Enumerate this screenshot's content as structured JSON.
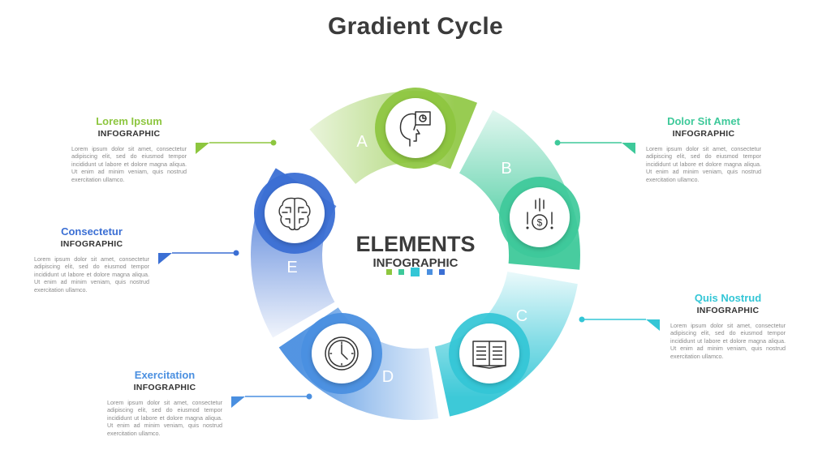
{
  "title": "Gradient Cycle",
  "center": {
    "line1": "ELEMENTS",
    "line2": "INFOGRAPHIC"
  },
  "colors": {
    "A": "#8dc63f",
    "B": "#3ec99a",
    "C": "#33c6d6",
    "D": "#4a8fe0",
    "E": "#3b6fd4",
    "dots": [
      "#8dc63f",
      "#3ec99a",
      "#33c6d6",
      "#4a8fe0",
      "#3b6fd4"
    ]
  },
  "segments": [
    {
      "letter": "A",
      "icon": "head-chart-icon"
    },
    {
      "letter": "B",
      "icon": "dollar-coin-icon"
    },
    {
      "letter": "C",
      "icon": "open-book-icon"
    },
    {
      "letter": "D",
      "icon": "clock-icon"
    },
    {
      "letter": "E",
      "icon": "brain-icon"
    }
  ],
  "blocks": [
    {
      "title": "Lorem Ipsum",
      "subtitle": "INFOGRAPHIC",
      "text": "Lorem ipsum dolor sit amet, consectetur adipiscing elit, sed do eiusmod tempor incididunt ut labore et dolore magna aliqua. Ut enim ad minim veniam, quis nostrud exercitation ullamco."
    },
    {
      "title": "Dolor Sit Amet",
      "subtitle": "INFOGRAPHIC",
      "text": "Lorem ipsum dolor sit amet, consectetur adipiscing elit, sed do eiusmod tempor incididunt ut labore et dolore magna aliqua. Ut enim ad minim veniam, quis nostrud exercitation ullamco."
    },
    {
      "title": "Quis Nostrud",
      "subtitle": "INFOGRAPHIC",
      "text": "Lorem ipsum dolor sit amet, consectetur adipiscing elit, sed do eiusmod tempor incididunt ut labore et dolore magna aliqua. Ut enim ad minim veniam, quis nostrud exercitation ullamco."
    },
    {
      "title": "Exercitation",
      "subtitle": "INFOGRAPHIC",
      "text": "Lorem ipsum dolor sit amet, consectetur adipiscing elit, sed do eiusmod tempor incididunt ut labore et dolore magna aliqua. Ut enim ad minim veniam, quis nostrud exercitation ullamco."
    },
    {
      "title": "Consectetur",
      "subtitle": "INFOGRAPHIC",
      "text": "Lorem ipsum dolor sit amet, consectetur adipiscing elit, sed do eiusmod tempor incididunt ut labore et dolore magna aliqua. Ut enim ad minim veniam, quis nostrud exercitation ullamco."
    }
  ]
}
